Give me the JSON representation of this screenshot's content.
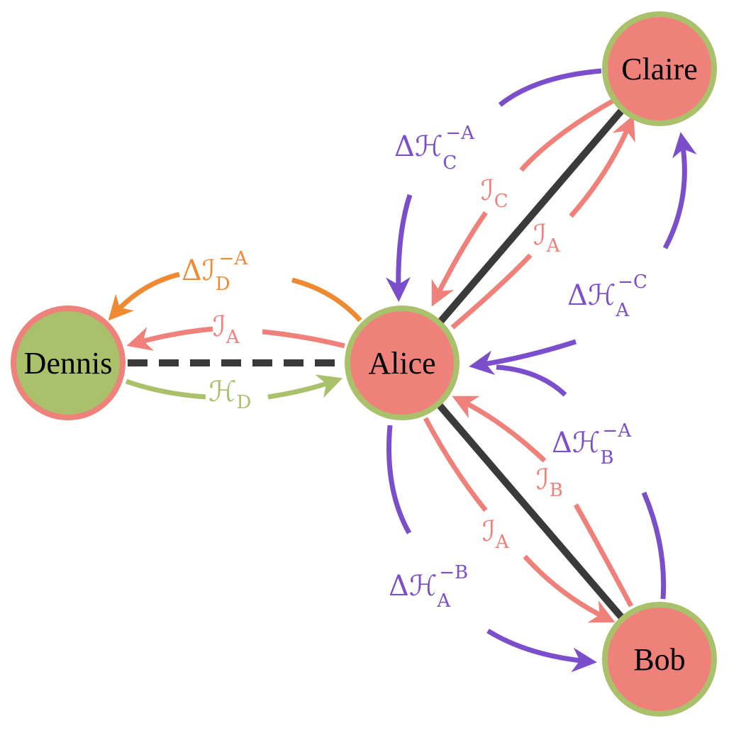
{
  "colors": {
    "node_red": "#ee817a",
    "node_green": "#a9c16b",
    "purple": "#7b4fcb",
    "salmon": "#ef807a",
    "orange": "#ef8a32",
    "green": "#a9c16b",
    "dark": "#3a3a3a"
  },
  "nodes": {
    "alice": {
      "name": "Alice"
    },
    "bob": {
      "name": "Bob"
    },
    "claire": {
      "name": "Claire"
    },
    "dennis": {
      "name": "Dennis"
    }
  },
  "labels": {
    "dH_C_minus_A": {
      "delta": "Δ",
      "symbol": "ℋ",
      "sub": "C",
      "sup": "−A"
    },
    "I_C": {
      "symbol": "ℐ",
      "sub": "C"
    },
    "I_A_claire": {
      "symbol": "ℐ",
      "sub": "A"
    },
    "dH_A_minus_C": {
      "delta": "Δ",
      "symbol": "ℋ",
      "sub": "A",
      "sup": "−C"
    },
    "dI_D_minus_A": {
      "delta": "Δ",
      "symbol": "ℐ",
      "sub": "D",
      "sup": "−A"
    },
    "I_A_dennis": {
      "symbol": "ℐ",
      "sub": "A"
    },
    "H_D": {
      "symbol": "ℋ",
      "sub": "D"
    },
    "dH_B_minus_A": {
      "delta": "Δ",
      "symbol": "ℋ",
      "sub": "B",
      "sup": "−A"
    },
    "I_B": {
      "symbol": "ℐ",
      "sub": "B"
    },
    "I_A_bob": {
      "symbol": "ℐ",
      "sub": "A"
    },
    "dH_A_minus_B": {
      "delta": "Δ",
      "symbol": "ℋ",
      "sub": "A",
      "sup": "−B"
    }
  }
}
